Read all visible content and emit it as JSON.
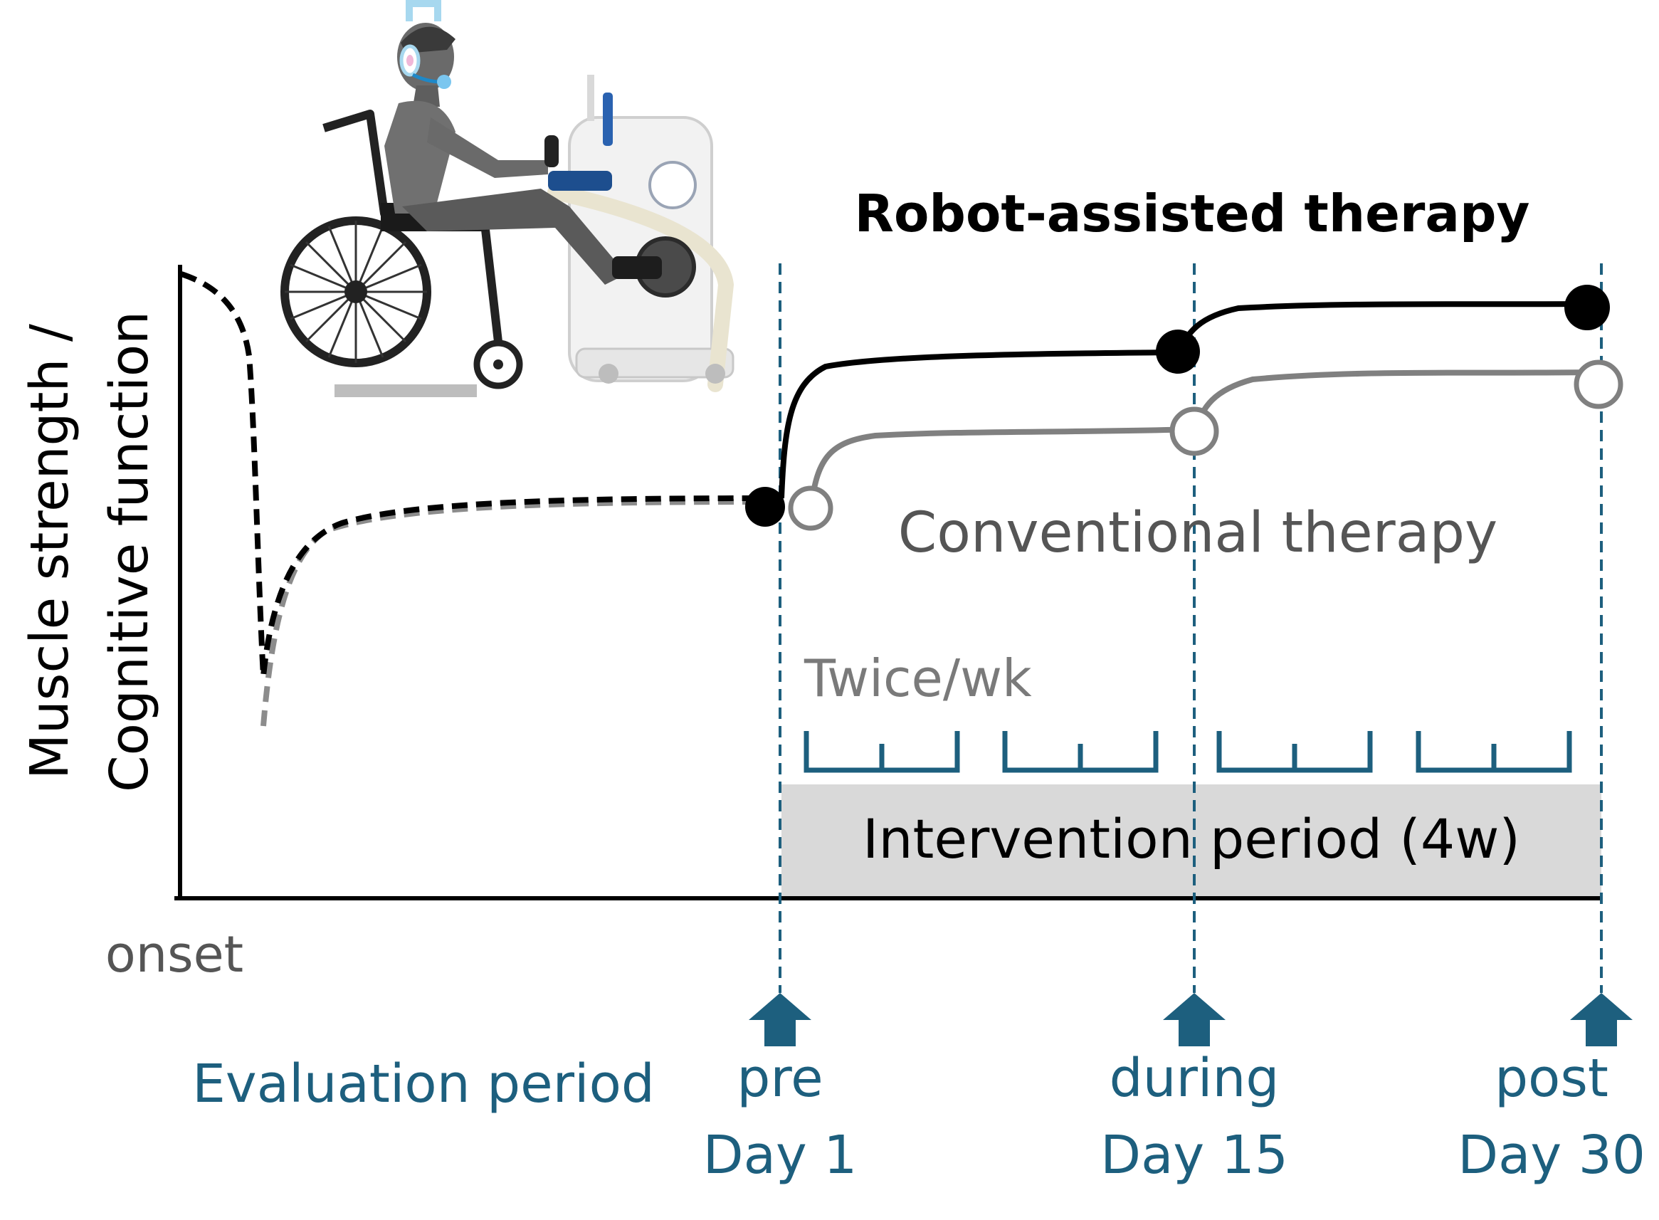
{
  "labels": {
    "y_axis_line1": "Muscle strength /",
    "y_axis_line2": "Cognitive function",
    "onset": "onset",
    "robot_therapy": "Robot-assisted therapy",
    "conventional_therapy": "Conventional therapy",
    "frequency": "Twice/wk",
    "intervention": "Intervention period (4w)",
    "evaluation_period": "Evaluation period",
    "pre": "pre",
    "pre_day": "Day 1",
    "during": "during",
    "during_day": "Day 15",
    "post": "post",
    "post_day": "Day 30"
  },
  "colors": {
    "robot_line": "#000000",
    "conventional_line": "#808080",
    "teal": "#1d5f7e",
    "intervention_box": "#d9d9d9",
    "label_gray": "#555555",
    "twice_gray": "#7a7a7a"
  },
  "icons": {
    "illustration": "person-in-wheelchair-on-robotic-leg-trainer",
    "arrows": "up-arrow-icon"
  }
}
